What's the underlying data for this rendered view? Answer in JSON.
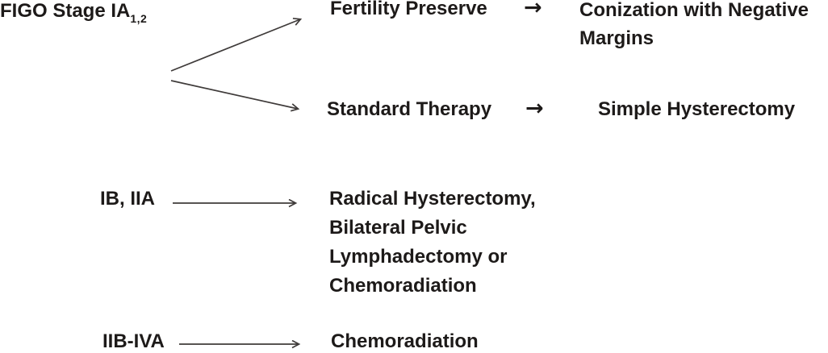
{
  "page": {
    "background_color": "#ffffff",
    "text_color": "#1d1a19",
    "arrow_color": "#3f3b3a"
  },
  "diagram": {
    "root": {
      "label": "FIGO Stage IA",
      "subscript": "1,2"
    },
    "branches": [
      {
        "option": "Fertility Preserve",
        "arrow_glyph": "→",
        "result_lines": [
          "Conization with Negative",
          "Margins"
        ]
      },
      {
        "option": "Standard Therapy",
        "arrow_glyph": "→",
        "result_lines": [
          "Simple Hysterectomy"
        ]
      }
    ],
    "stage_rows": [
      {
        "stage": "IB, IIA",
        "treatment_lines": [
          "Radical Hysterectomy,",
          "Bilateral Pelvic",
          "Lymphadectomy or",
          "Chemoradiation"
        ]
      },
      {
        "stage": "IIB-IVA",
        "treatment_lines": [
          "Chemoradiation"
        ]
      }
    ]
  }
}
